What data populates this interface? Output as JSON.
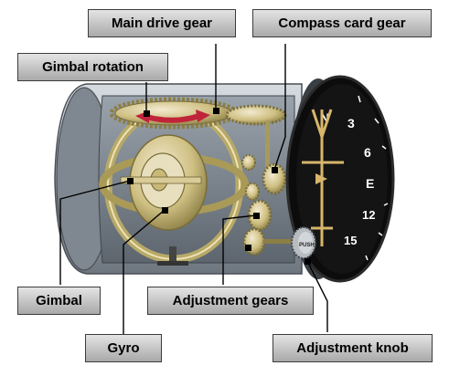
{
  "labels": {
    "main_drive_gear": "Main drive gear",
    "compass_card_gear": "Compass card gear",
    "gimbal_rotation": "Gimbal rotation",
    "gimbal": "Gimbal",
    "gyro": "Gyro",
    "adjustment_gears": "Adjustment gears",
    "adjustment_knob": "Adjustment knob"
  },
  "dial": {
    "heading_marks": [
      "N",
      "3",
      "6",
      "E",
      "12",
      "15"
    ],
    "knob_text": "PUSH"
  },
  "colors": {
    "label_bg_top": "#e4e4e4",
    "label_bg_bottom": "#a9a9a9",
    "case": "#a9b0b8",
    "case_dark": "#6d757e",
    "gear_brass": "#cfc083",
    "gear_dark": "#8c7f45",
    "arrow": "#c0243a",
    "dial_face": "#141414",
    "needle": "#d7b66a"
  }
}
